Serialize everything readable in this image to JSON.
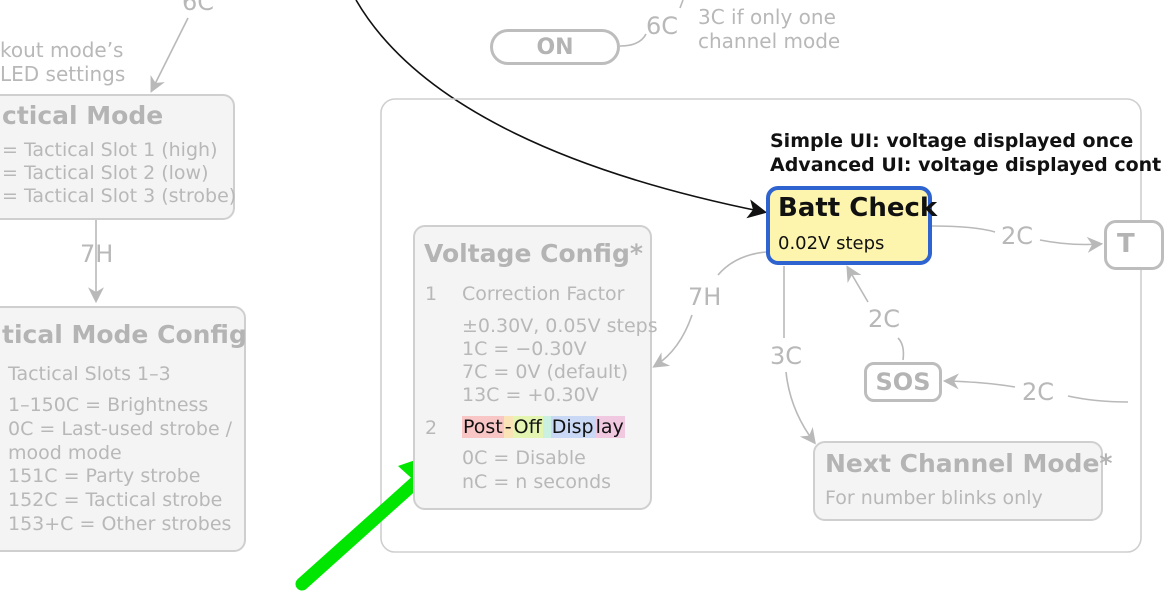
{
  "top": {
    "left_label_6c": "6C",
    "lockout_line1": "kout mode’s",
    "lockout_line2": "LED settings",
    "on_button": "ON",
    "on_6c": "6C",
    "on_note_line1": "3C if only one",
    "on_note_line2": "channel mode"
  },
  "tactical_mode": {
    "title": "ctical Mode",
    "lines": [
      "= Tactical Slot 1 (high)",
      "= Tactical Slot 2 (low)",
      "= Tactical Slot 3 (strobe)"
    ],
    "edge_7h": "7H"
  },
  "tactical_config": {
    "title": "tical Mode Config",
    "line1": "Tactical Slots 1–3",
    "lines": [
      "1–150C = Brightness",
      "0C = Last-used strobe /",
      "mood mode",
      "151C = Party strobe",
      "152C = Tactical strobe",
      "153+C = Other strobes"
    ]
  },
  "voltage_config": {
    "title": "Voltage Config*",
    "item1_num": "1",
    "item1_label": "Correction Factor",
    "item1_lines": [
      "±0.30V, 0.05V steps",
      "1C = −0.30V",
      "7C = 0V (default)",
      "13C = +0.30V"
    ],
    "item2_num": "2",
    "item2_segments": [
      "Post",
      "-",
      "Off",
      " ",
      "Disp",
      "lay"
    ],
    "item2_lines": [
      "0C = Disable",
      "nC = n seconds"
    ]
  },
  "batt_check": {
    "note_line1": "Simple UI: voltage displayed once",
    "note_line2": "Advanced UI: voltage displayed cont",
    "title": "Batt Check",
    "subtitle": "0.02V steps",
    "edge_2c_right": "2C",
    "edge_7h": "7H",
    "edge_3c": "3C",
    "edge_2c_sos": "2C",
    "right_box_letter": "T"
  },
  "sos": {
    "label": "SOS",
    "edge_2c": "2C"
  },
  "next_channel": {
    "title": "Next Channel Mode*",
    "subtitle": "For number blinks only"
  },
  "colors": {
    "batt_fill": "#fdf5ad",
    "batt_border": "#2f63cf",
    "arrow_green": "#00e600",
    "highlight": [
      "#f9c6c6",
      "#fbe3b8",
      "#f9f7b0",
      "#c9f0c9",
      "#c8e6f9",
      "#c9c9f5",
      "#f0c8e6"
    ]
  }
}
